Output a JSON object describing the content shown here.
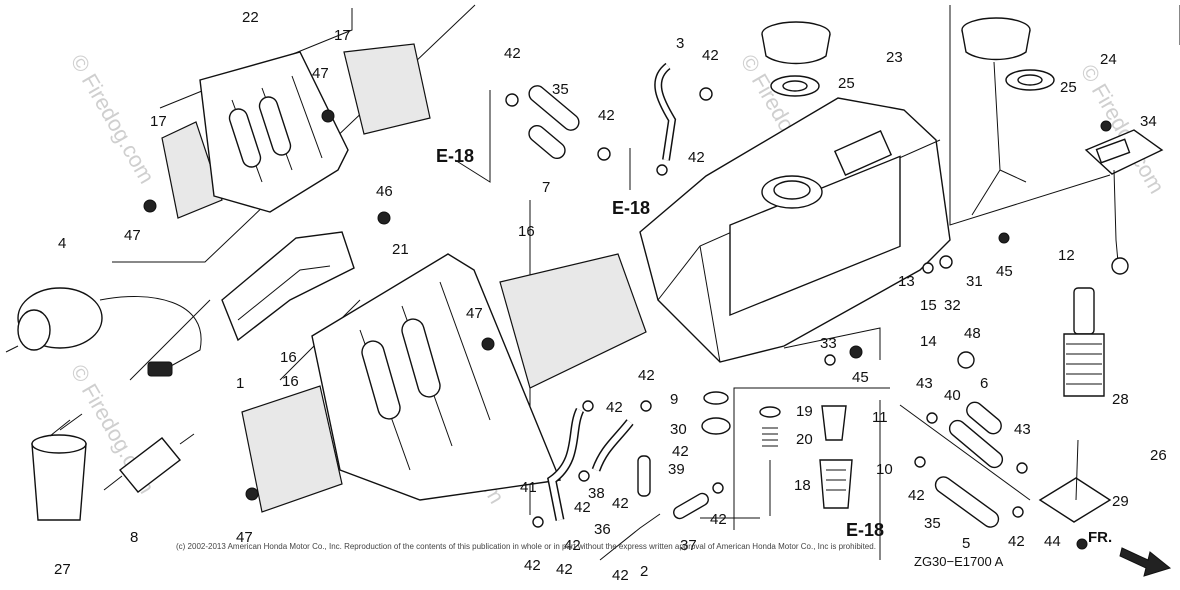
{
  "diagram": {
    "part_numbers": [
      "1",
      "2",
      "3",
      "4",
      "5",
      "6",
      "7",
      "8",
      "9",
      "10",
      "11",
      "12",
      "13",
      "14",
      "15",
      "16",
      "16",
      "16",
      "17",
      "17",
      "18",
      "19",
      "20",
      "21",
      "22",
      "23",
      "24",
      "25",
      "25",
      "26",
      "27",
      "28",
      "29",
      "30",
      "31",
      "32",
      "33",
      "34",
      "35",
      "35",
      "36",
      "37",
      "38",
      "39",
      "40",
      "41",
      "42",
      "42",
      "42",
      "42",
      "42",
      "42",
      "42",
      "42",
      "42",
      "42",
      "42",
      "42",
      "42",
      "42",
      "42",
      "42",
      "43",
      "43",
      "44",
      "45",
      "45",
      "46",
      "47",
      "47",
      "47",
      "47",
      "48"
    ],
    "reference_labels": [
      "E-18",
      "E-18",
      "E-18"
    ],
    "watermark": "© Firedog.com",
    "copyright": "(c) 2002-2013 American Honda Motor Co., Inc. Reproduction of the contents of this publication in whole or in part without the express written approval of American Honda Motor Co., Inc is prohibited.",
    "drawing_code": "ZG30−E1700 A",
    "direction_label": "FR."
  }
}
